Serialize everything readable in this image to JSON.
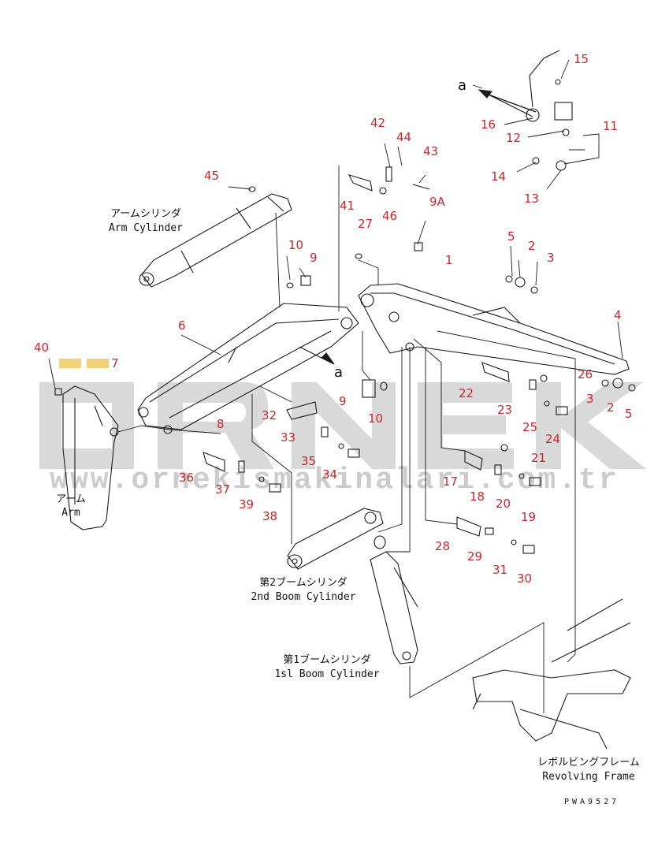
{
  "watermark": {
    "logo_text": "ÖRNEK",
    "url_text": "www.ornekismakinalari.com.tr"
  },
  "labels": {
    "arm_cylinder_jp": "アームシリンダ",
    "arm_cylinder_en": "Arm Cylinder",
    "arm_jp": "アーム",
    "arm_en": "Arm",
    "boom2_jp": "第2ブームシリンダ",
    "boom2_en": "2nd Boom Cylinder",
    "boom1_jp": "第1ブームシリンダ",
    "boom1_en": "1sl Boom Cylinder",
    "frame_jp": "レボルビングフレーム",
    "frame_en": "Revolving Frame"
  },
  "view_marker": "a",
  "drawing_code": "PWA9527",
  "part_numbers": {
    "p1": "1",
    "p2a": "2",
    "p2b": "2",
    "p3a": "3",
    "p3b": "3",
    "p4": "4",
    "p5a": "5",
    "p5b": "5",
    "p6": "6",
    "p7": "7",
    "p8": "8",
    "p9a": "9",
    "p9b": "9",
    "p9A": "9A",
    "p10a": "10",
    "p10b": "10",
    "p11": "11",
    "p12": "12",
    "p13": "13",
    "p14": "14",
    "p15": "15",
    "p16": "16",
    "p17": "17",
    "p18": "18",
    "p19": "19",
    "p20": "20",
    "p21": "21",
    "p22": "22",
    "p23": "23",
    "p24": "24",
    "p25": "25",
    "p26": "26",
    "p27": "27",
    "p28": "28",
    "p29": "29",
    "p30": "30",
    "p31": "31",
    "p32": "32",
    "p33": "33",
    "p34": "34",
    "p35": "35",
    "p36": "36",
    "p37": "37",
    "p38": "38",
    "p39": "39",
    "p40": "40",
    "p41": "41",
    "p42": "42",
    "p43": "43",
    "p44": "44",
    "p45": "45",
    "p46": "46"
  }
}
